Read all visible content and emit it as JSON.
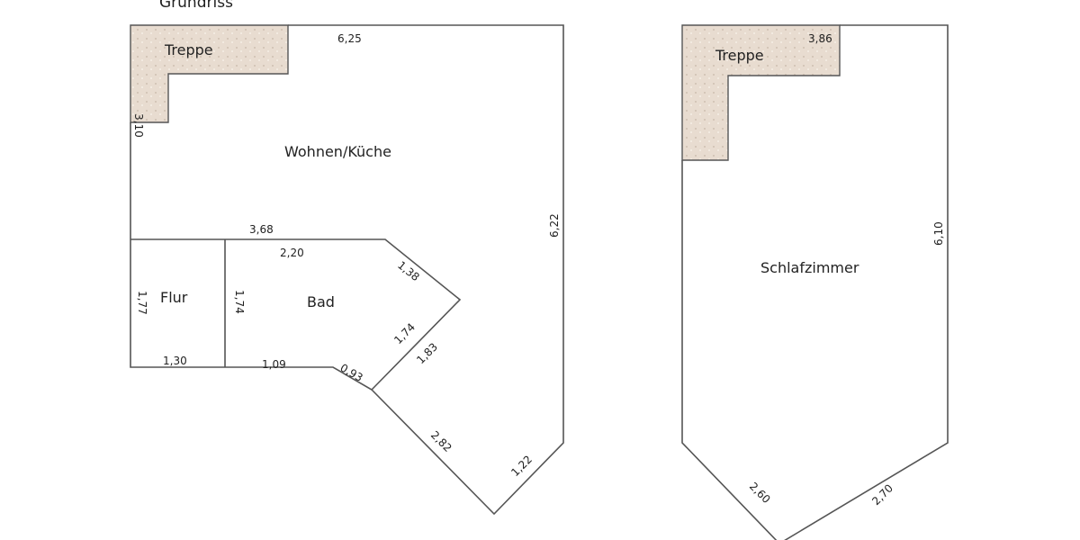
{
  "title": "Grundriss",
  "colors": {
    "stair_fill": "#e8dcd0",
    "wall": "#555555"
  },
  "plan_left": {
    "rooms": {
      "treppe": "Treppe",
      "wohnen": "Wohnen/Küche",
      "flur": "Flur",
      "bad": "Bad"
    },
    "dims": {
      "top": "6,25",
      "stair_left": "3,10",
      "right": "6,22",
      "mid_wall": "3,68",
      "bad_top": "2,20",
      "bad_diag_upper": "1,38",
      "bad_left": "1,74",
      "flur_left": "1,77",
      "flur_bottom": "1,30",
      "bad_bottom": "1,09",
      "bad_diag_lower_inner": "1,74",
      "bad_diag_lower_outer": "1,83",
      "bad_corner": "0,93",
      "diag_lower_left": "2,82",
      "diag_lower_right": "1,22"
    }
  },
  "plan_right": {
    "rooms": {
      "treppe": "Treppe",
      "schlafzimmer": "Schlafzimmer"
    },
    "dims": {
      "stair_top": "3,86",
      "right": "6,10",
      "diag_left": "2,60",
      "diag_right": "2,70"
    }
  }
}
